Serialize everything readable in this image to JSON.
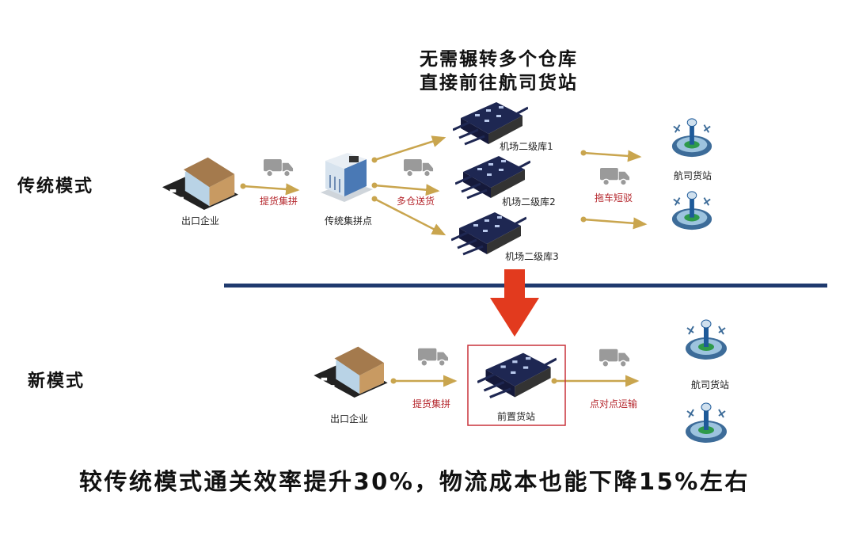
{
  "header": {
    "line1": "无需辗转多个仓库",
    "line2": "直接前往航司货站"
  },
  "traditional": {
    "mode_label": "传统模式",
    "exporter": "出口企业",
    "step1": "提货集拼",
    "consolidation_point": "传统集拼点",
    "step2": "多仓送货",
    "warehouses": [
      "机场二级库1",
      "机场二级库2",
      "机场二级库3"
    ],
    "step3": "拖车短驳",
    "airline_station": "航司货站"
  },
  "new": {
    "mode_label": "新模式",
    "exporter": "出口企业",
    "step1": "提货集拼",
    "front_station": "前置货站",
    "step2": "点对点运输",
    "airline_station": "航司货站"
  },
  "summary": "较传统模式通关效率提升30%，物流成本也能下降15%左右",
  "colors": {
    "arrow": "#c9a54e",
    "divider": "#1f3a6e",
    "highlight": "#e23a1e",
    "step_text": "#b5272d"
  }
}
